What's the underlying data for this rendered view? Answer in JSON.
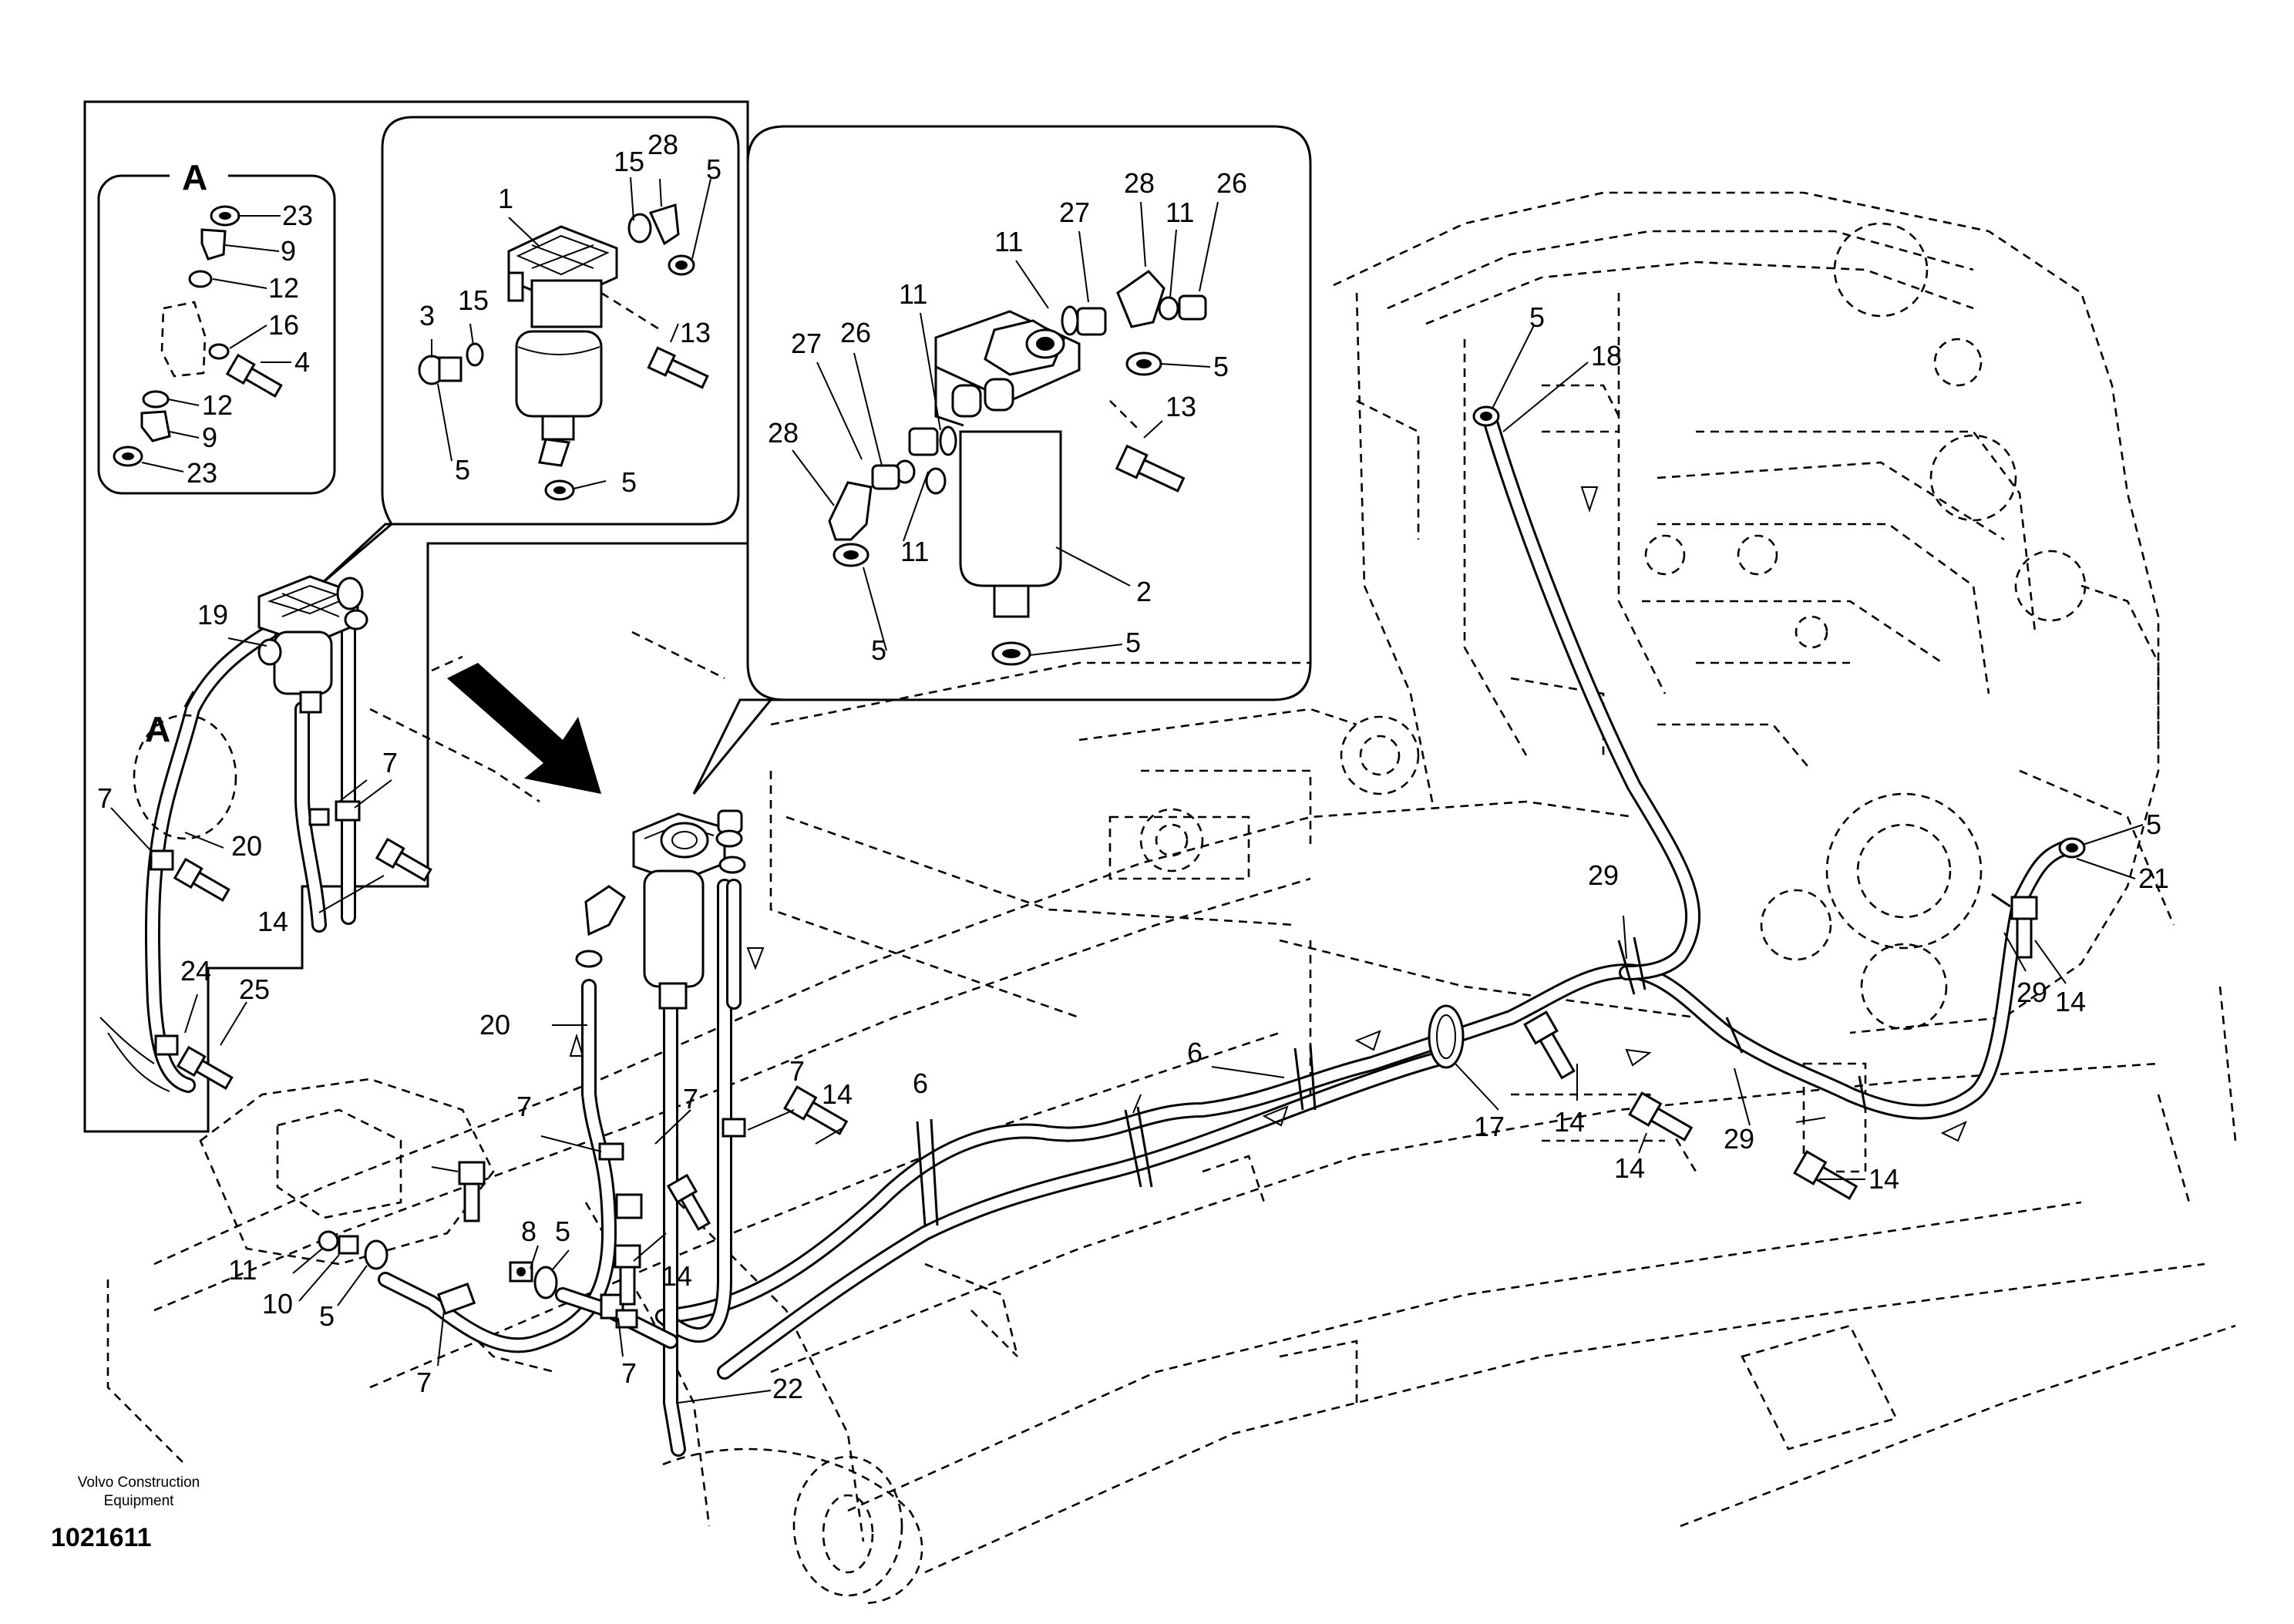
{
  "diagram": {
    "detail_letter": "A",
    "manufacturer": "Volvo Construction\nEquipment",
    "drawing_number": "1021611",
    "callouts_detail_a": [
      "23",
      "9",
      "12",
      "16",
      "4",
      "12",
      "9",
      "23"
    ],
    "callouts_filter_small": [
      "1",
      "15",
      "28",
      "5",
      "3",
      "15",
      "13",
      "5",
      "5"
    ],
    "callouts_filter_large": [
      "11",
      "27",
      "28",
      "11",
      "26",
      "11",
      "26",
      "27",
      "28",
      "5",
      "13",
      "11",
      "5",
      "2",
      "5"
    ],
    "callouts_left_assembly": [
      "19",
      "A",
      "7",
      "20",
      "7",
      "14",
      "24",
      "25"
    ],
    "callouts_main": [
      "5",
      "18",
      "5",
      "21",
      "29",
      "29",
      "14",
      "6",
      "6",
      "17",
      "14",
      "14",
      "29",
      "14",
      "20",
      "7",
      "7",
      "7",
      "14",
      "14",
      "8",
      "5",
      "11",
      "10",
      "5",
      "7",
      "7",
      "22"
    ]
  }
}
